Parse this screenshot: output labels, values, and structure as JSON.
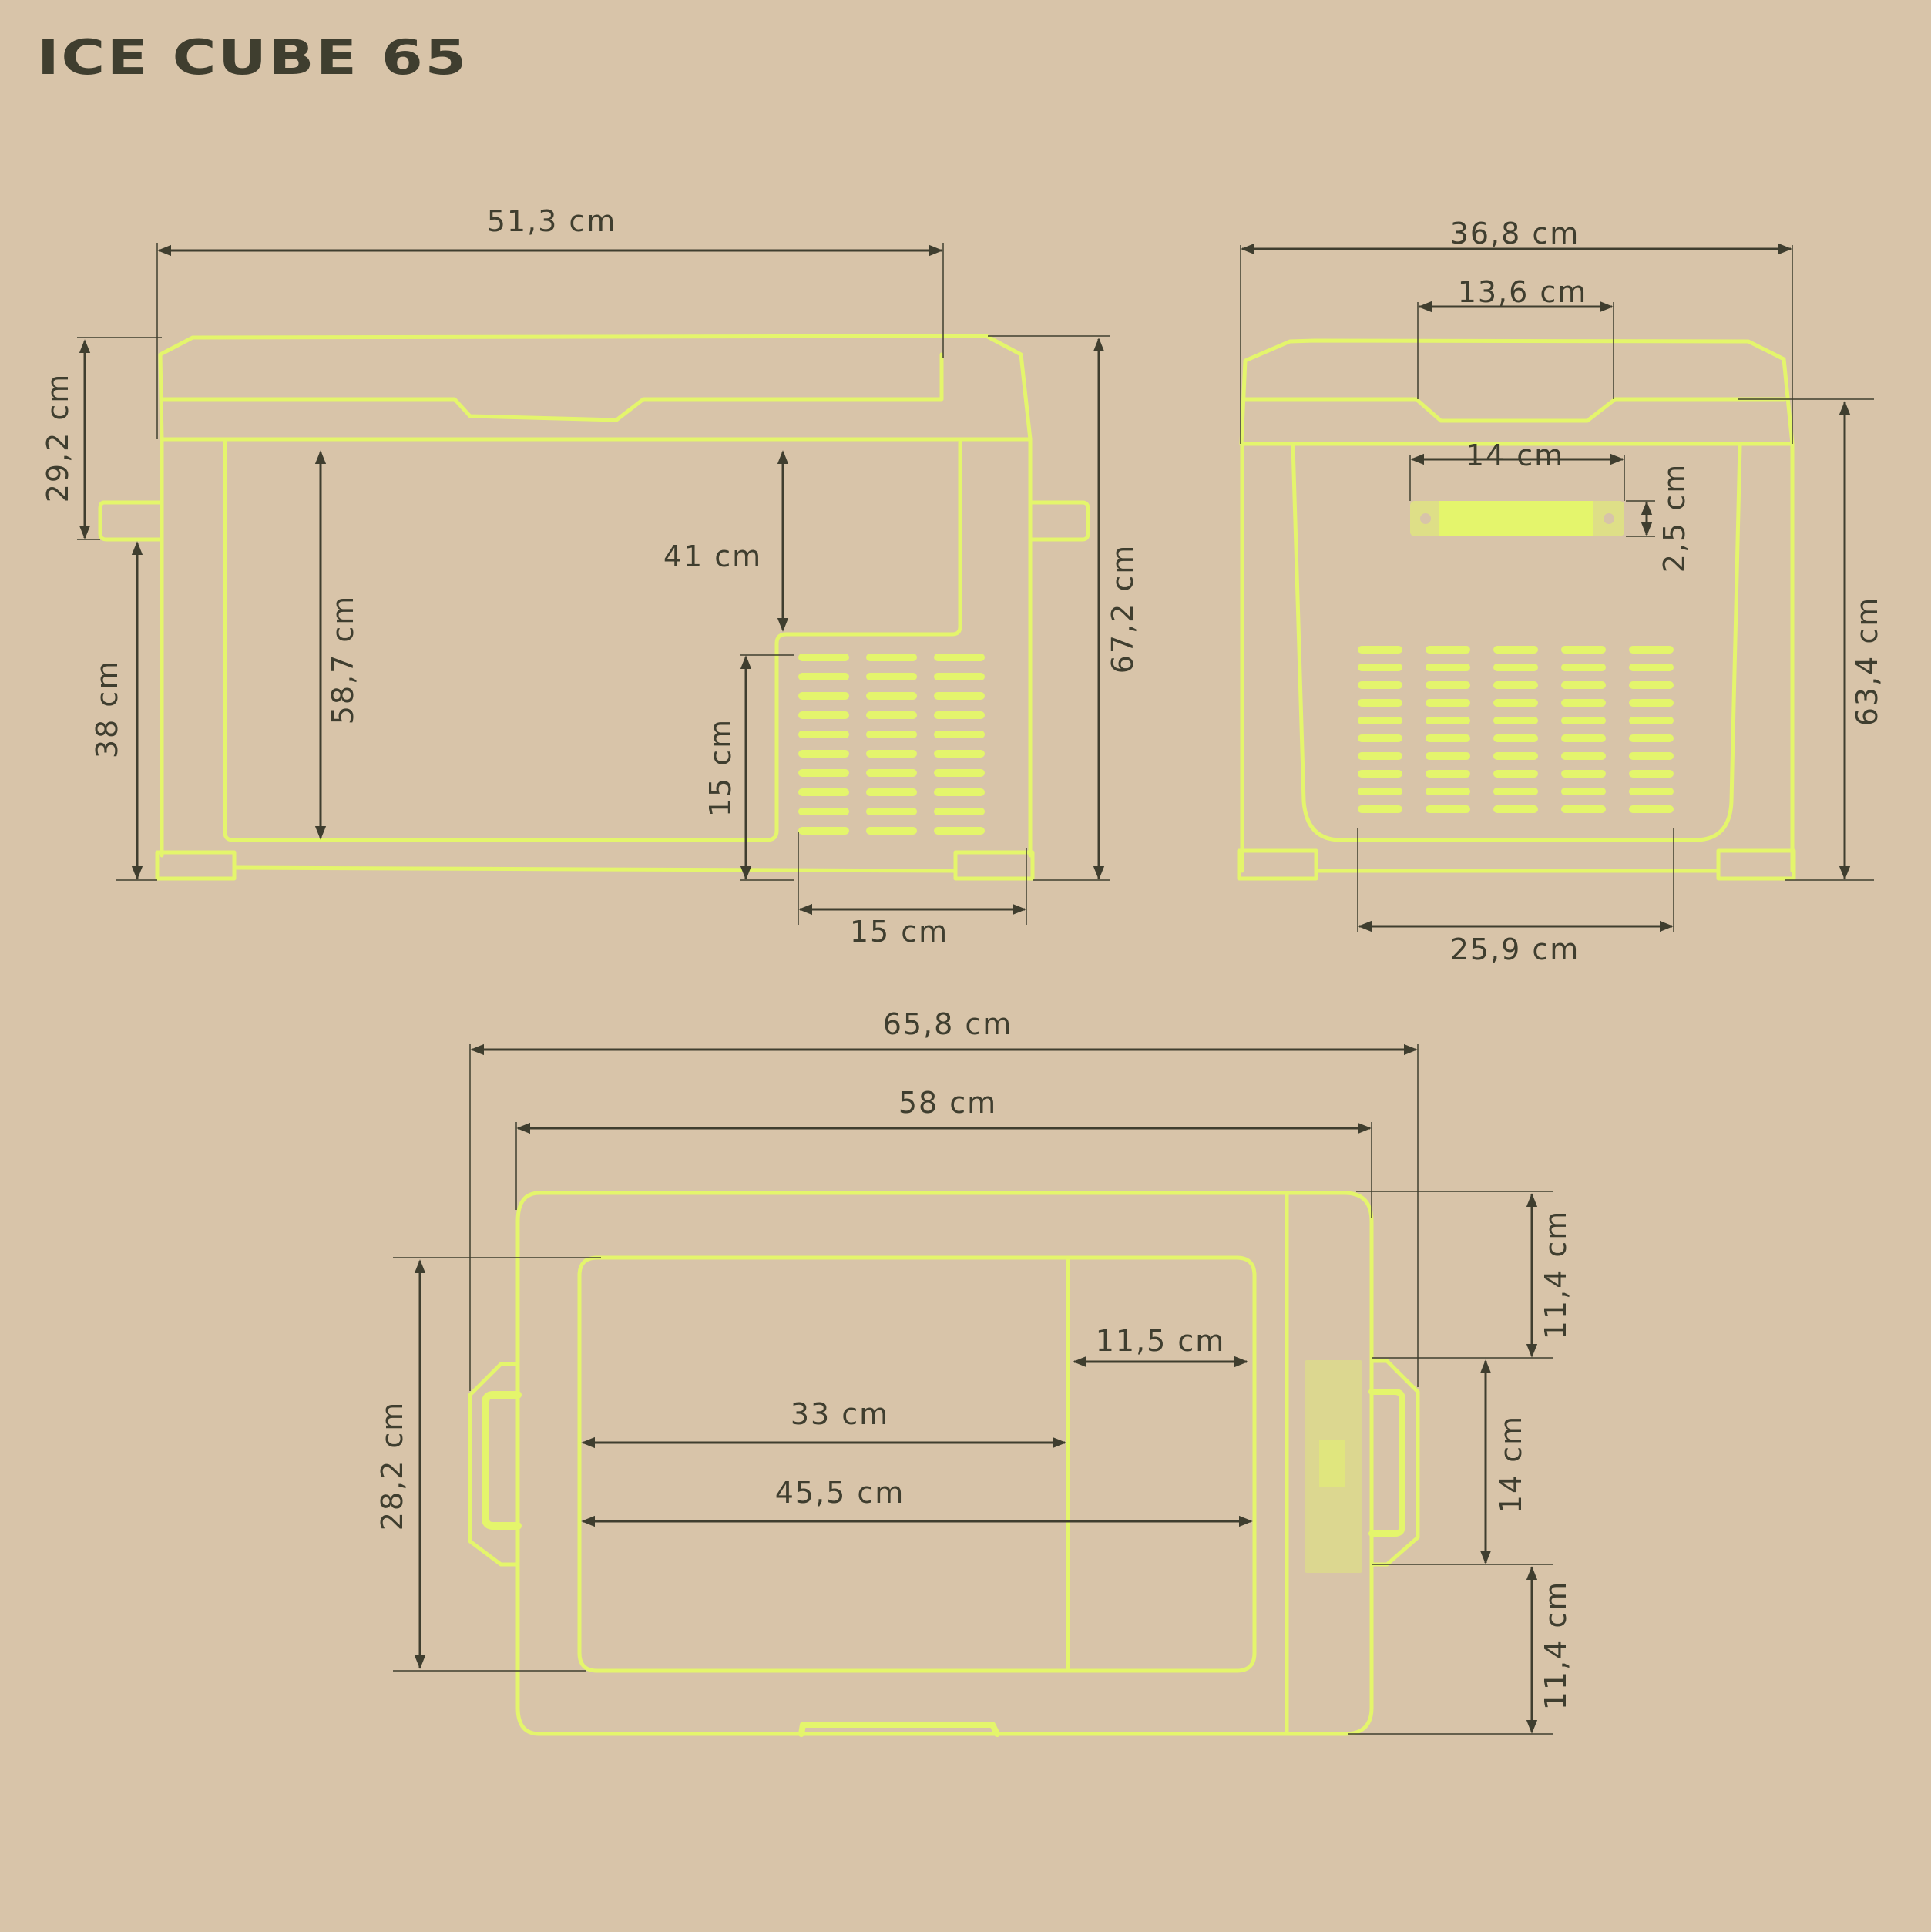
{
  "title": "ICE CUBE 65",
  "colors": {
    "background": "#d8c4a9",
    "outline": "#e4f56c",
    "dimension": "#3f3e2f"
  },
  "front_view": {
    "width_lid": "51,3 cm",
    "lid_height": "29,2 cm",
    "handle_height": "38 cm",
    "interior_height": "58,7 cm",
    "compartment_depth": "41 cm",
    "compressor_height": "15 cm",
    "compressor_width": "15 cm",
    "total_height": "67,2 cm"
  },
  "side_view": {
    "total_width": "36,8 cm",
    "lid_handle_width": "13,6 cm",
    "handle_width": "14 cm",
    "handle_height": "2,5 cm",
    "vent_width": "25,9 cm",
    "body_height": "63,4 cm"
  },
  "top_view": {
    "total_length": "65,8 cm",
    "body_length": "58 cm",
    "main_compartment": "33 cm",
    "secondary_compartment": "11,5 cm",
    "interior_length": "45,5 cm",
    "interior_depth": "28,2 cm",
    "handle_offset_top": "11,4 cm",
    "handle_width": "14 cm",
    "handle_offset_bottom": "11,4 cm"
  }
}
